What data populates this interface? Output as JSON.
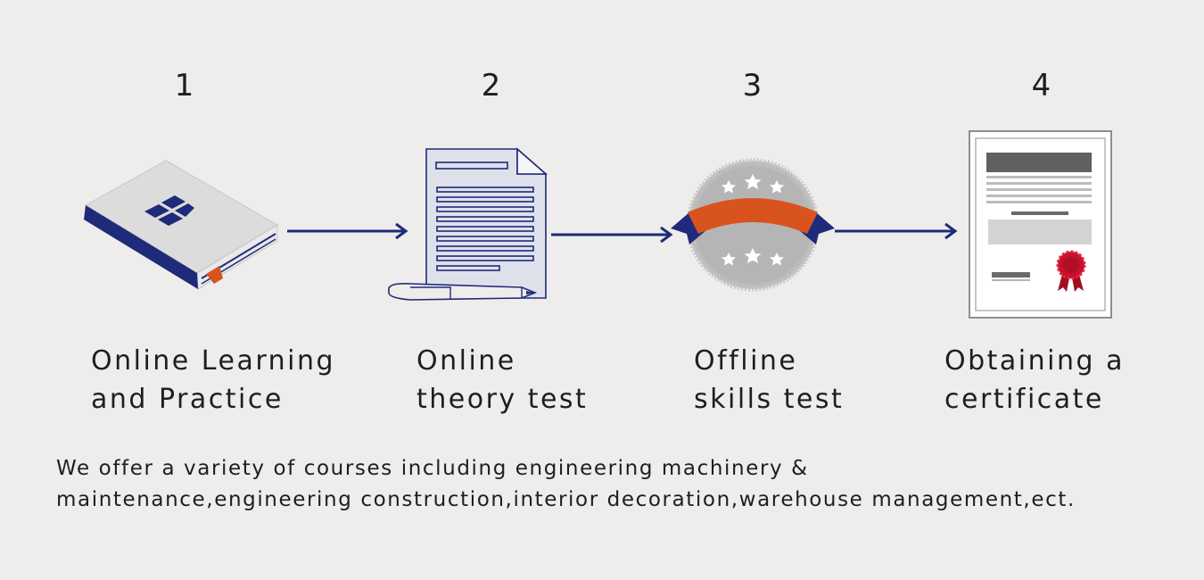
{
  "steps": [
    {
      "number": "1",
      "line1": "Online Learning",
      "line2": "and Practice",
      "icon": "book-icon"
    },
    {
      "number": "2",
      "line1": "Online",
      "line2": "theory test",
      "icon": "document-pen-icon"
    },
    {
      "number": "3",
      "line1": "Offline",
      "line2": "skills test",
      "icon": "badge-ribbon-icon"
    },
    {
      "number": "4",
      "line1": "Obtaining a",
      "line2": "certificate",
      "icon": "certificate-icon"
    }
  ],
  "description": {
    "line1": "We offer a variety of courses including engineering machinery &",
    "line2": "maintenance,engineering construction,interior decoration,warehouse management,ect."
  },
  "colors": {
    "background": "#eeedeb",
    "navy": "#1f2a7a",
    "orange": "#d9531e",
    "gray": "#bdbdbd",
    "red": "#c8102e"
  }
}
